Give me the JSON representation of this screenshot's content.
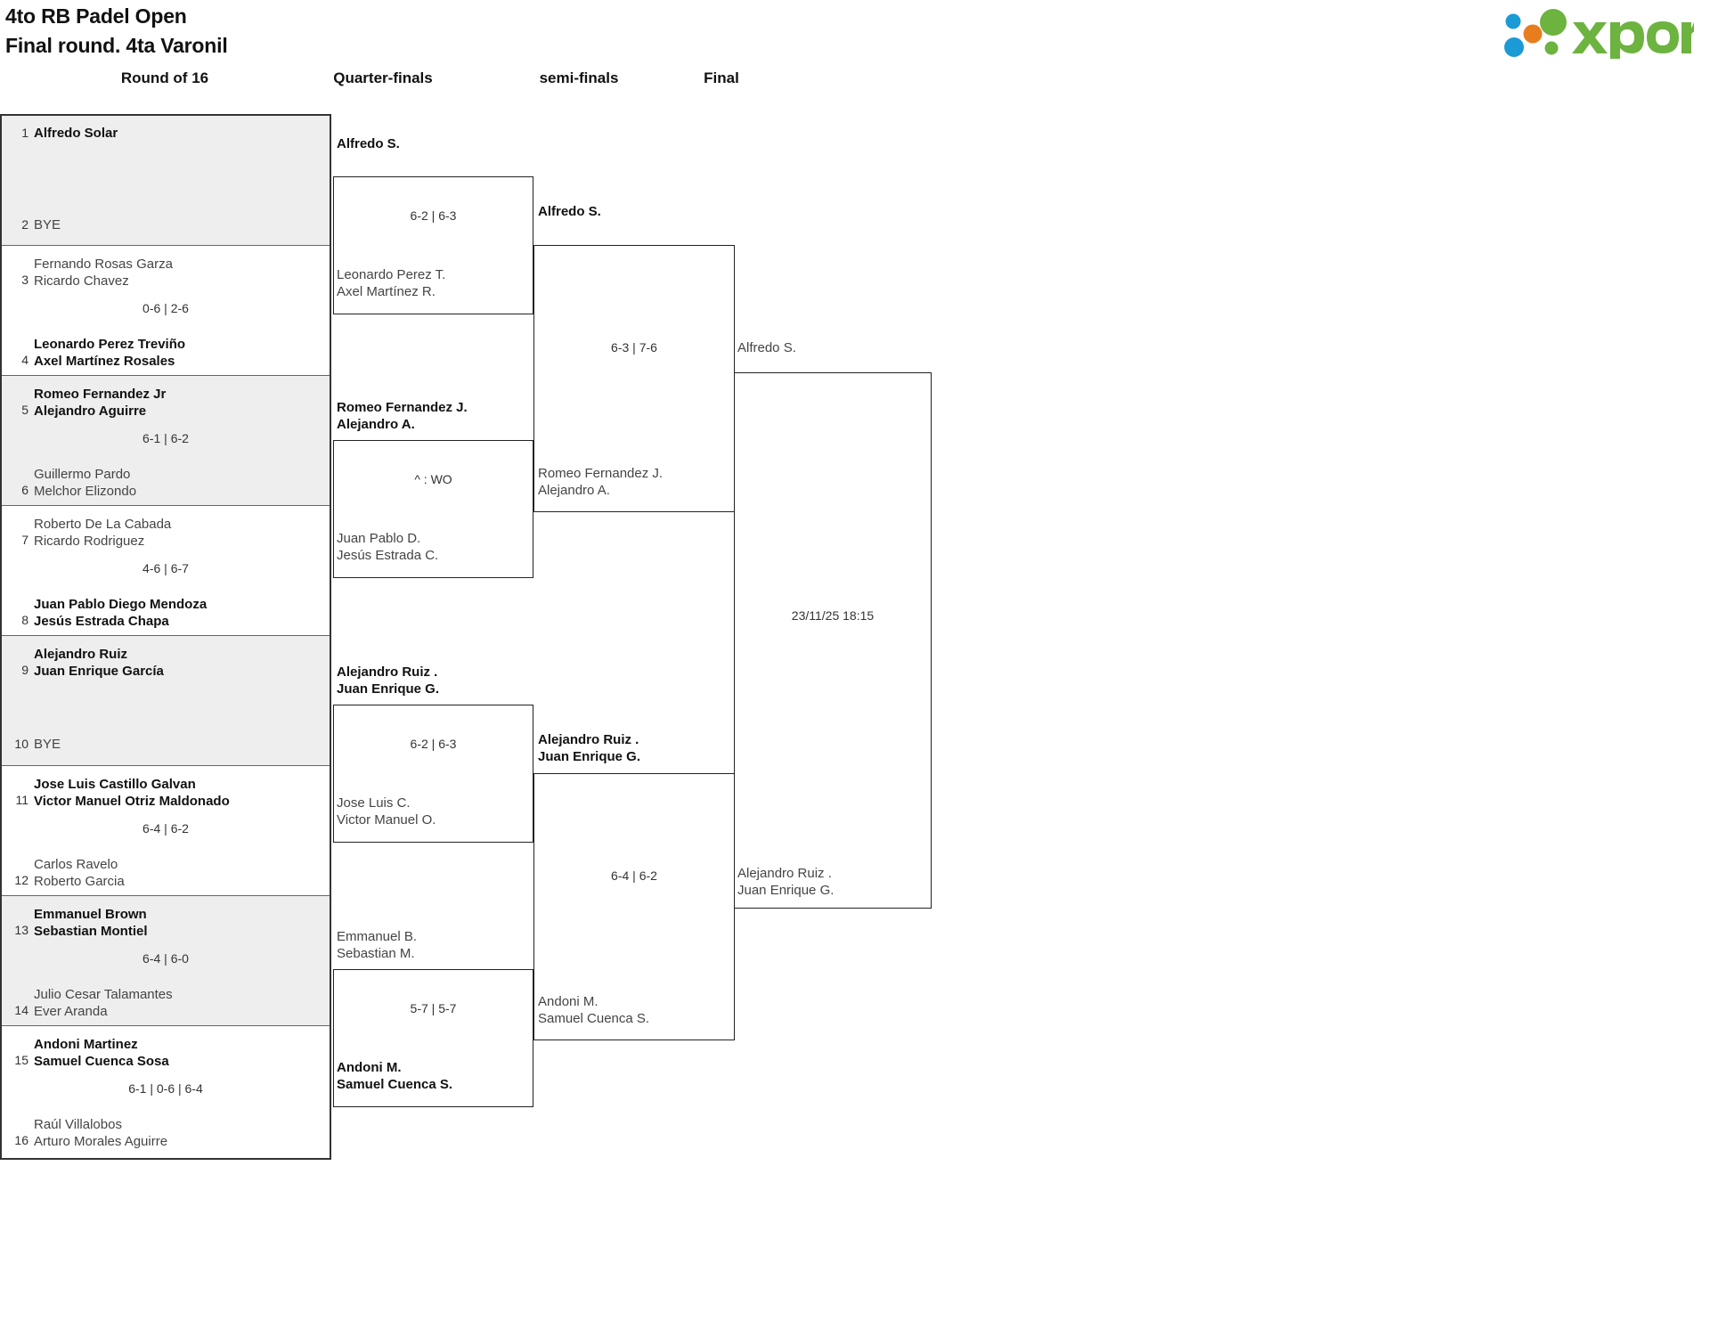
{
  "header": {
    "title_line1": "4to RB Padel Open",
    "title_line2": "Final round. 4ta Varonil",
    "logo_text": "xporty",
    "logo_colors": {
      "green": "#6cb33f",
      "blue": "#1b9ad6",
      "orange": "#e87d1e"
    }
  },
  "rounds": [
    {
      "label": "Round of 16"
    },
    {
      "label": "Quarter-finals"
    },
    {
      "label": "semi-finals"
    },
    {
      "label": "Final"
    }
  ],
  "round_of_16": [
    {
      "top_seed": "1",
      "top_names": [
        "Alfredo Solar"
      ],
      "top_winner": true,
      "bottom_seed": "2",
      "bottom_names": [
        "BYE"
      ],
      "bottom_winner": false,
      "score": "",
      "shaded": true
    },
    {
      "top_seed": "3",
      "top_names": [
        "Fernando Rosas Garza",
        "Ricardo Chavez"
      ],
      "top_winner": false,
      "bottom_seed": "4",
      "bottom_names": [
        "Leonardo Perez Treviño",
        "Axel Martínez Rosales"
      ],
      "bottom_winner": true,
      "score": "0-6 | 2-6",
      "shaded": false
    },
    {
      "top_seed": "5",
      "top_names": [
        "Romeo Fernandez Jr",
        "Alejandro Aguirre"
      ],
      "top_winner": true,
      "bottom_seed": "6",
      "bottom_names": [
        "Guillermo Pardo",
        "Melchor Elizondo"
      ],
      "bottom_winner": false,
      "score": "6-1 | 6-2",
      "shaded": true
    },
    {
      "top_seed": "7",
      "top_names": [
        "Roberto De La Cabada",
        "Ricardo Rodriguez"
      ],
      "top_winner": false,
      "bottom_seed": "8",
      "bottom_names": [
        "Juan Pablo Diego Mendoza",
        "Jesús Estrada Chapa"
      ],
      "bottom_winner": true,
      "score": "4-6 | 6-7",
      "shaded": false
    },
    {
      "top_seed": "9",
      "top_names": [
        "Alejandro Ruiz",
        "Juan Enrique García"
      ],
      "top_winner": true,
      "bottom_seed": "10",
      "bottom_names": [
        "BYE"
      ],
      "bottom_winner": false,
      "score": "",
      "shaded": true
    },
    {
      "top_seed": "11",
      "top_names": [
        "Jose Luis Castillo Galvan",
        "Victor Manuel Otriz Maldonado"
      ],
      "top_winner": true,
      "bottom_seed": "12",
      "bottom_names": [
        "Carlos Ravelo",
        "Roberto Garcia"
      ],
      "bottom_winner": false,
      "score": "6-4 | 6-2",
      "shaded": false
    },
    {
      "top_seed": "13",
      "top_names": [
        "Emmanuel Brown",
        "Sebastian Montiel"
      ],
      "top_winner": true,
      "bottom_seed": "14",
      "bottom_names": [
        "Julio Cesar Talamantes",
        "Ever Aranda"
      ],
      "bottom_winner": false,
      "score": "6-4 | 6-0",
      "shaded": true
    },
    {
      "top_seed": "15",
      "top_names": [
        "Andoni Martinez",
        "Samuel Cuenca Sosa"
      ],
      "top_winner": true,
      "bottom_seed": "16",
      "bottom_names": [
        "Raúl Villalobos",
        "Arturo Morales Aguirre"
      ],
      "bottom_winner": false,
      "score": "6-1 | 0-6 | 6-4",
      "shaded": false
    }
  ],
  "quarter_finals": [
    {
      "top_names": [
        "Alfredo S."
      ],
      "top_winner": true,
      "bottom_names": [
        "Leonardo Perez T.",
        "Axel Martínez R."
      ],
      "bottom_winner": false,
      "score": "6-2 | 6-3"
    },
    {
      "top_names": [
        "Romeo Fernandez J.",
        "Alejandro A."
      ],
      "top_winner": true,
      "bottom_names": [
        "Juan Pablo D.",
        "Jesús Estrada C."
      ],
      "bottom_winner": false,
      "score": "^ : WO"
    },
    {
      "top_names": [
        "Alejandro Ruiz .",
        "Juan Enrique G."
      ],
      "top_winner": true,
      "bottom_names": [
        "Jose Luis C.",
        "Victor Manuel O."
      ],
      "bottom_winner": false,
      "score": "6-2 | 6-3"
    },
    {
      "top_names": [
        "Emmanuel B.",
        "Sebastian M."
      ],
      "top_winner": false,
      "bottom_names": [
        "Andoni M.",
        "Samuel Cuenca S."
      ],
      "bottom_winner": true,
      "score": "5-7 | 5-7"
    }
  ],
  "semi_finals": [
    {
      "top_names": [
        "Alfredo S."
      ],
      "top_winner": true,
      "bottom_names": [
        "Romeo Fernandez J.",
        "Alejandro A."
      ],
      "bottom_winner": false,
      "score": "6-3 | 7-6"
    },
    {
      "top_names": [
        "Alejandro Ruiz .",
        "Juan Enrique G."
      ],
      "top_winner": true,
      "bottom_names": [
        "Andoni M.",
        "Samuel Cuenca S."
      ],
      "bottom_winner": false,
      "score": "6-4 | 6-2"
    }
  ],
  "final": {
    "top_names": [
      "Alfredo S."
    ],
    "top_winner": false,
    "bottom_names": [
      "Alejandro Ruiz .",
      "Juan Enrique G."
    ],
    "bottom_winner": false,
    "score": "23/11/25 18:15"
  }
}
